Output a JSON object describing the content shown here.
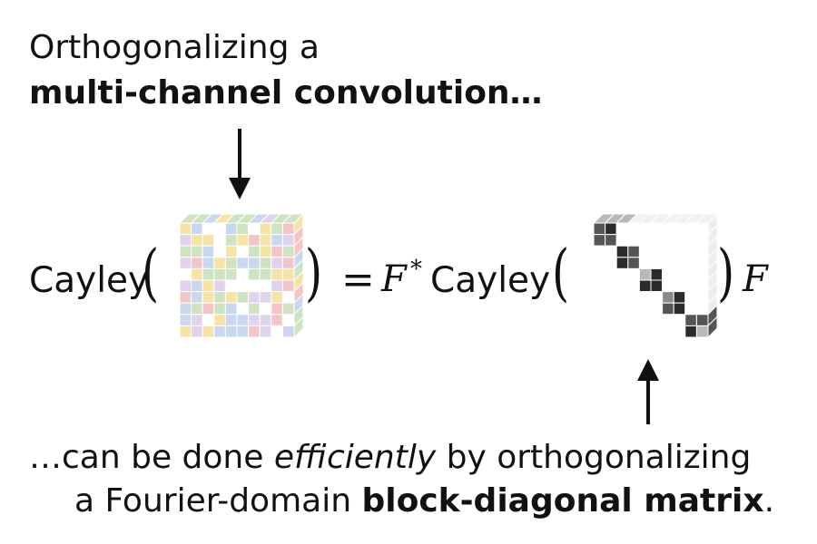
{
  "top_caption": {
    "line1": "Orthogonalizing a",
    "line2": "multi-channel convolution…"
  },
  "equation": {
    "lhs_fn": "Cayley",
    "open_paren": "(",
    "close_paren": ")",
    "equals": "=",
    "fourier_adjoint_symbol": "F",
    "adjoint_mark": "*",
    "rhs_fn": "Cayley",
    "fourier_symbol": "F"
  },
  "bottom_caption": {
    "line1_pre": "…can be done ",
    "line1_em": "efficiently",
    "line1_post": " by orthogonalizing",
    "line2_pre": "a Fourier-domain ",
    "line2_bold": "block-diagonal matrix",
    "line2_post": "."
  },
  "colors": {
    "text": "#111111",
    "grid_line": "#ffffff",
    "cube_side": "#d9d9d9",
    "conv_palette": [
      "#c9d8ef",
      "#f6e3a6",
      "#cfe3c2",
      "#f2c6c8",
      "#e2d3ec",
      "#ffffff"
    ],
    "block_palette": [
      "#2b2b2b",
      "#555555",
      "#8a8a8a",
      "#b8b8b8"
    ]
  },
  "icons": {
    "down_arrow": "arrow-down-icon",
    "up_arrow": "arrow-up-icon"
  }
}
